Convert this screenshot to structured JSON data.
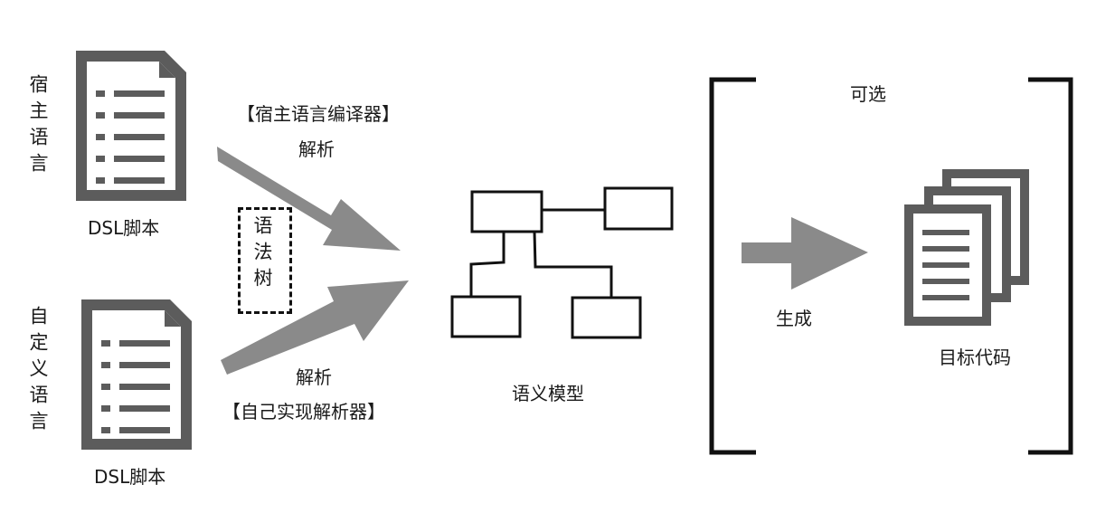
{
  "top_left": {
    "vertical_label": "宿主语言",
    "doc_label": "DSL脚本"
  },
  "bottom_left": {
    "vertical_label": "自定义语言",
    "doc_label": "DSL脚本"
  },
  "syntax_tree_label": "语法树",
  "upper_arrow": {
    "tool_label": "【宿主语言编译器】",
    "action_label": "解析"
  },
  "lower_arrow": {
    "action_label": "解析",
    "tool_label": "【自己实现解析器】"
  },
  "semantic_model_label": "语义模型",
  "optional_section": {
    "title": "可选",
    "generate_label": "生成",
    "target_label": "目标代码"
  },
  "colors": {
    "arrow": "#8a8a8a",
    "document": "#5c5c5c",
    "line": "#111111"
  }
}
